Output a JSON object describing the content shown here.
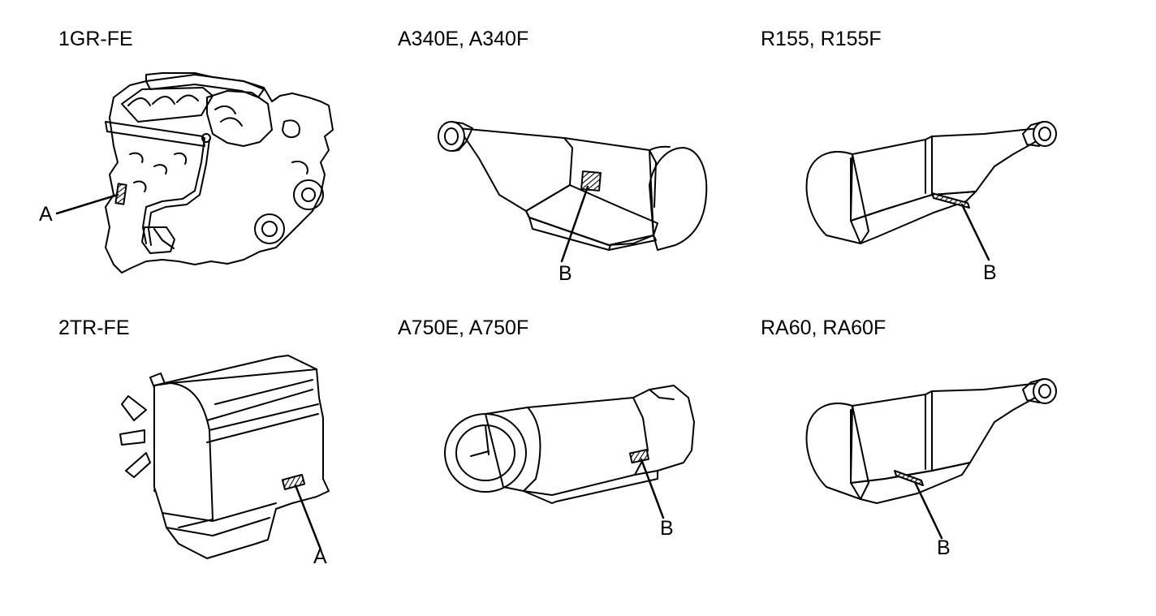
{
  "panels": {
    "p1": {
      "title": "1GR-FE",
      "callout": "A"
    },
    "p2": {
      "title": "A340E, A340F",
      "callout": "B"
    },
    "p3": {
      "title": "R155, R155F",
      "callout": "B"
    },
    "p4": {
      "title": "2TR-FE",
      "callout": "A"
    },
    "p5": {
      "title": "A750E, A750F",
      "callout": "B"
    },
    "p6": {
      "title": "RA60, RA60F",
      "callout": "B"
    }
  }
}
